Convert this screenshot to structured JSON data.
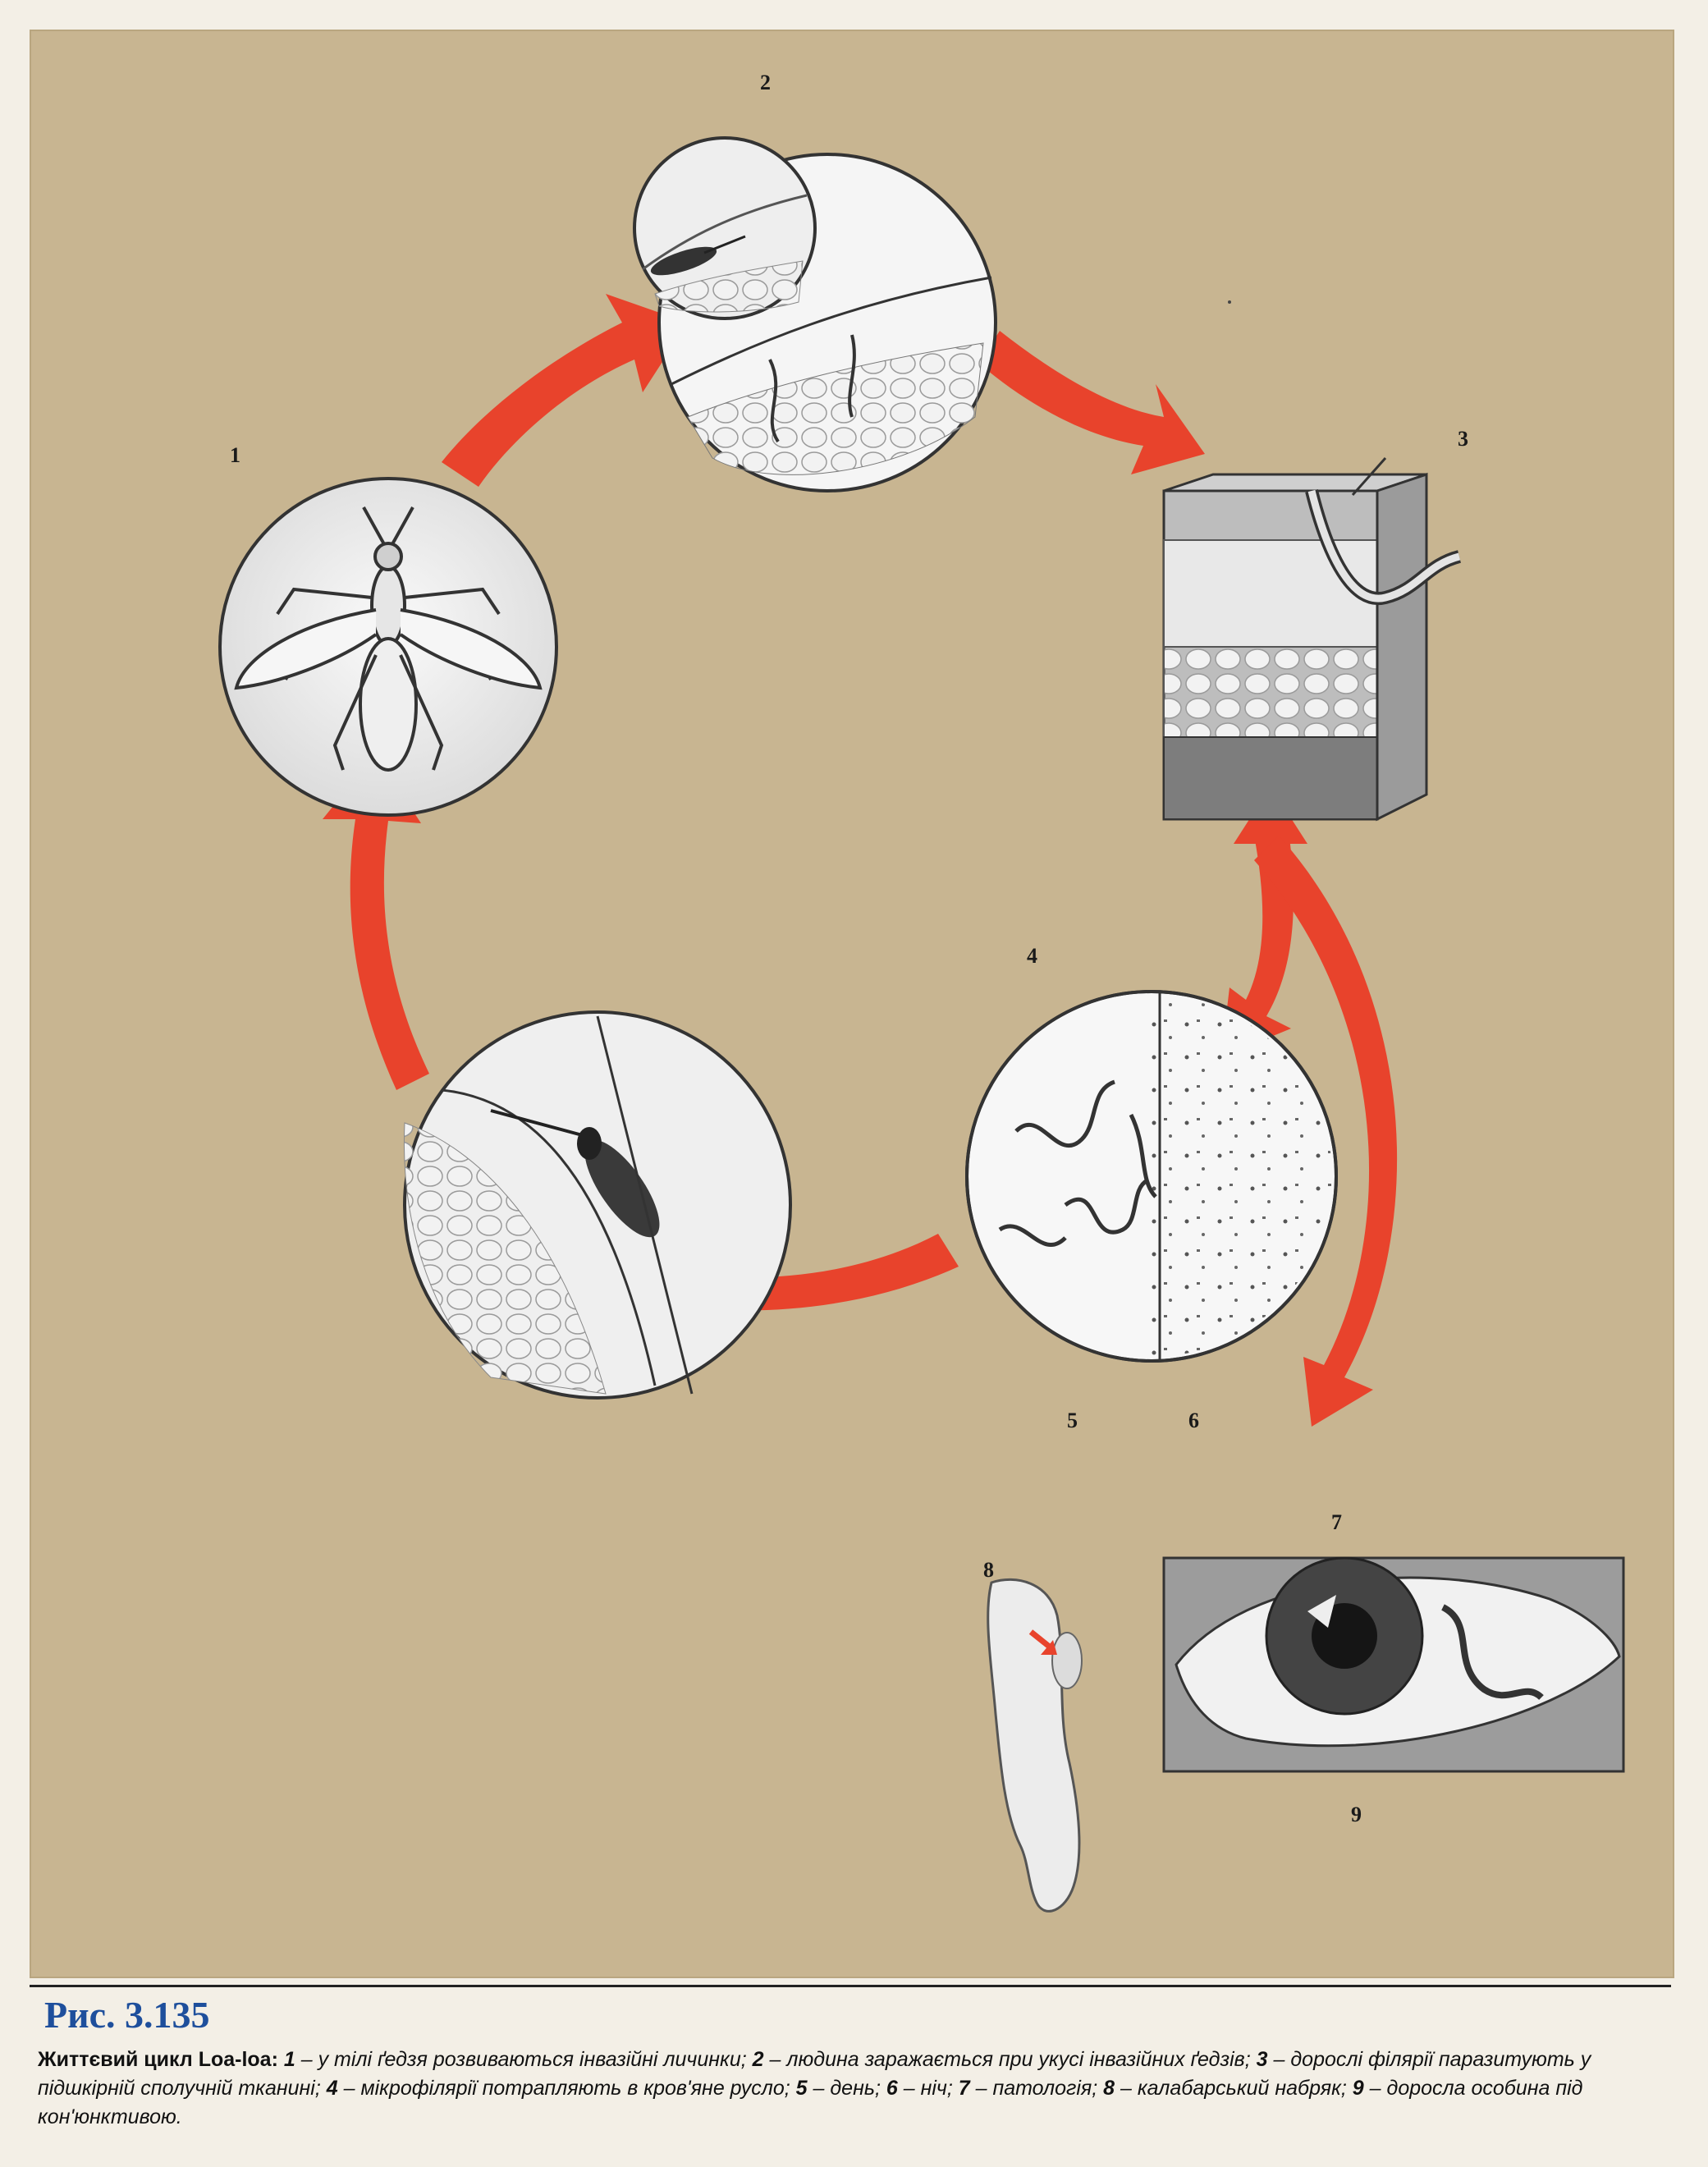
{
  "figure": {
    "label": "Рис. 3.135",
    "stage_numbers": [
      "1",
      "2",
      "3",
      "4",
      "5",
      "6",
      "7",
      "8",
      "9"
    ]
  },
  "caption": {
    "title": "Життєвий цикл Loa-loa:",
    "items": [
      {
        "num": "1",
        "text": "– у тілі ґедзя розвиваються інвазійні личинки;"
      },
      {
        "num": "2",
        "text": "– людина заражається при укусі інвазійних ґедзів;"
      },
      {
        "num": "3",
        "text": "– дорослі філярії паразитують у підшкірній сполучній тканині;"
      },
      {
        "num": "4",
        "text": "– мікрофілярії потрапляють в кров'яне русло;"
      },
      {
        "num": "5",
        "text": "– день;"
      },
      {
        "num": "6",
        "text": "– ніч;"
      },
      {
        "num": "7",
        "text": "– патологія;"
      },
      {
        "num": "8",
        "text": "– калабарський набряк;"
      },
      {
        "num": "9",
        "text": "– доросла особина під кон'юнктивою."
      }
    ]
  },
  "colors": {
    "arrow": "#e8432c",
    "background_page": "#c8b591",
    "label_blue": "#1e4f9c"
  }
}
